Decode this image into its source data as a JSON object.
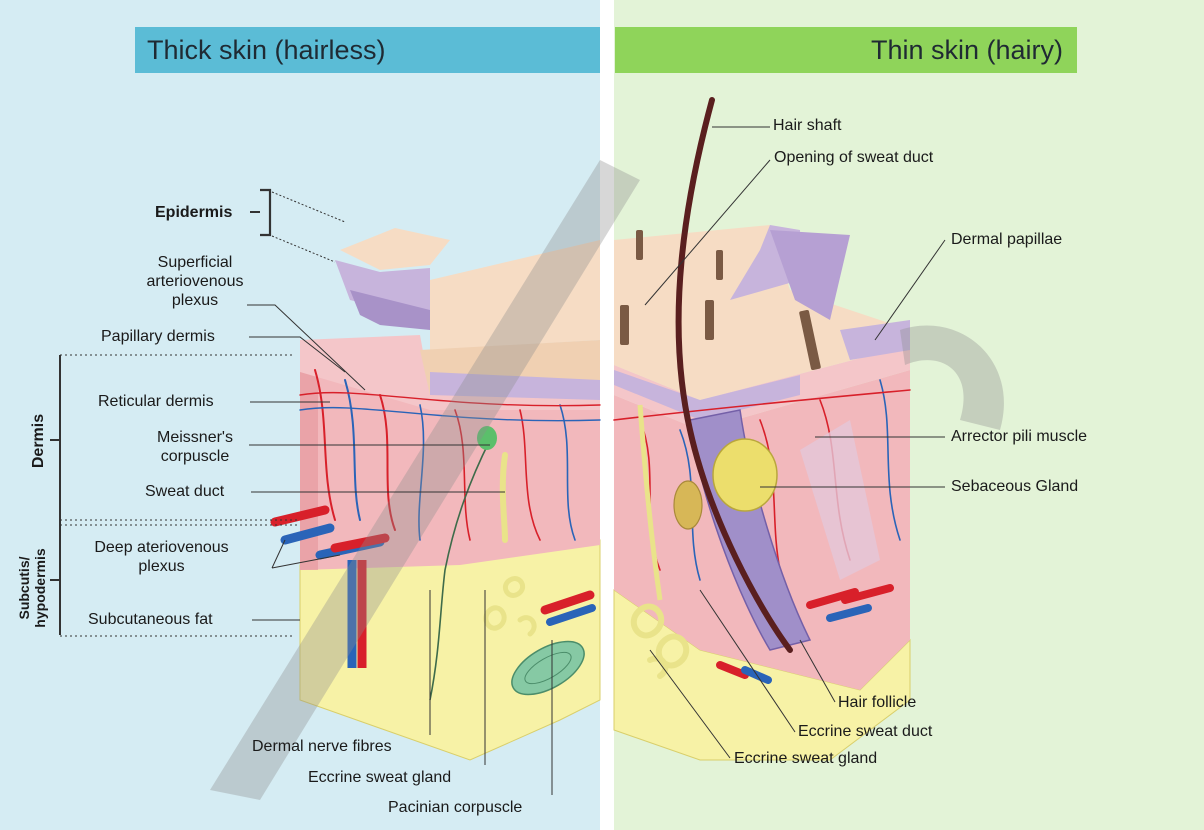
{
  "panels": {
    "left_title": "Thick skin (hairless)",
    "right_title": "Thin skin (hairy)"
  },
  "layers": {
    "epidermis": "Epidermis",
    "dermis": "Dermis",
    "subcutis_line1": "Subcutis/",
    "subcutis_line2": "hypodermis"
  },
  "labels_left": {
    "superficial_1": "Superficial",
    "superficial_2": "arteriovenous",
    "superficial_3": "plexus",
    "papillary_dermis": "Papillary dermis",
    "reticular_dermis": "Reticular dermis",
    "meissner_1": "Meissner's",
    "meissner_2": "corpuscle",
    "sweat_duct": "Sweat duct",
    "deep_1": "Deep ateriovenous",
    "deep_2": "plexus",
    "subcutaneous_fat": "Subcutaneous fat",
    "dermal_nerve_fibres": "Dermal nerve fibres",
    "eccrine_sweat_gland": "Eccrine sweat gland",
    "pacinian_corpuscle": "Pacinian corpuscle"
  },
  "labels_right": {
    "hair_shaft": "Hair shaft",
    "opening_sweat_duct": "Opening of sweat duct",
    "dermal_papillae": "Dermal papillae",
    "arrector_pili": "Arrector pili muscle",
    "sebaceous_gland": "Sebaceous Gland",
    "hair_follicle": "Hair follicle",
    "eccrine_sweat_duct": "Eccrine sweat duct",
    "eccrine_sweat_gland": "Eccrine sweat gland"
  },
  "colors": {
    "left_bg": "#d5ecf3",
    "right_bg": "#e3f3d7",
    "left_banner": "#5bbcd6",
    "right_banner": "#8fd45a",
    "epidermis": "#f3d2b6",
    "epidermis_purple": "#c7b4dc",
    "dermis": "#f2b8bc",
    "fat": "#f7f2a6",
    "artery": "#d8202a",
    "vein": "#2a64b8"
  }
}
